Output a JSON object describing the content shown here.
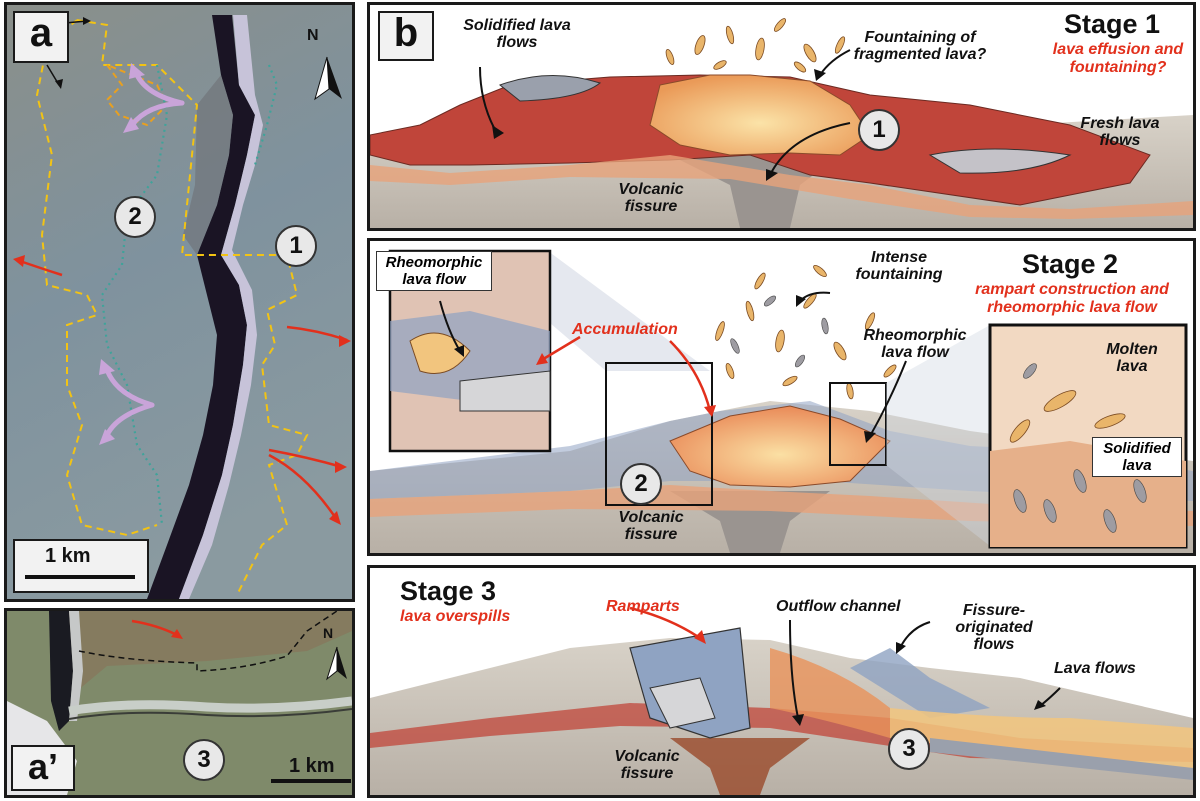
{
  "panels": {
    "a": {
      "letter": "a",
      "north": "N",
      "sites": [
        "2",
        "1"
      ],
      "scale": "1 km"
    },
    "a_prime": {
      "letter": "a’",
      "north": "N",
      "site": "3",
      "scale": "1 km"
    },
    "b": {
      "letter": "b"
    }
  },
  "stage1": {
    "title": "Stage 1",
    "subtitle": "lava effusion and fountaining?",
    "site": "1",
    "labels": {
      "solidified": "Solidified lava flows",
      "fountaining": "Fountaining of fragmented lava?",
      "fresh": "Fresh lava flows",
      "fissure": "Volcanic fissure"
    }
  },
  "stage2": {
    "title": "Stage 2",
    "subtitle": "rampart construction and rheomorphic lava flow",
    "site": "2",
    "labels": {
      "rheo_inset": "Rheomorphic lava flow",
      "accumulation": "Accumulation",
      "intense": "Intense fountaining",
      "rheo_main": "Rheomorphic lava flow",
      "molten": "Molten lava",
      "solidified": "Solidified lava",
      "fissure": "Volcanic fissure"
    }
  },
  "stage3": {
    "title": "Stage 3",
    "subtitle": "lava overspills",
    "site": "3",
    "labels": {
      "ramparts": "Ramparts",
      "outflow": "Outflow channel",
      "fissure_orig": "Fissure-originated flows",
      "lava_flows": "Lava flows",
      "fissure": "Volcanic fissure"
    }
  },
  "colors": {
    "lava_dark": "#c0453a",
    "lava_orange": "#e8925a",
    "lava_light": "#f4c57e",
    "crust_grey": "#9a9a9a",
    "flow_blue": "#8fa3c2",
    "highlight_red": "#e2301c",
    "trace_yellow": "#f2c314",
    "trace_teal": "#3fa39a",
    "arrow_lilac": "#c9a4d9"
  }
}
